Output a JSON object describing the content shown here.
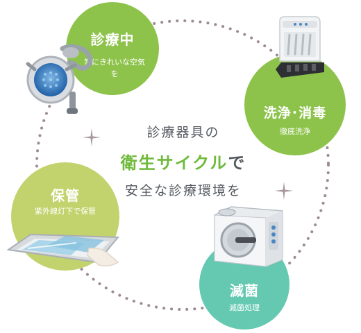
{
  "cycle": {
    "care": {
      "title": "診療中",
      "subtitle": "常にきれいな空気を"
    },
    "wash": {
      "title": "洗浄･消毒",
      "subtitle": "徹底洗浄"
    },
    "storage": {
      "title": "保管",
      "subtitle": "紫外線灯下で保管"
    },
    "steril": {
      "title": "滅菌",
      "subtitle": "滅菌処理"
    }
  },
  "center": {
    "line1": "診療器具の",
    "line2_accent": "衛生サイクル",
    "line2_rest": "で",
    "line3": "安全な診療環境を"
  },
  "colors": {
    "green": "#8dc34b",
    "olive": "#c2d36d",
    "teal": "#65c9b1",
    "accent_text": "#6fba3b",
    "body_text": "#555a5f",
    "dots": "#9c8b90",
    "sparkle": "#a7969c"
  },
  "icons": {
    "care": "dental-light-icon",
    "wash": "washer-disinfector-icon",
    "storage": "instrument-tray-icon",
    "steril": "autoclave-icon"
  }
}
